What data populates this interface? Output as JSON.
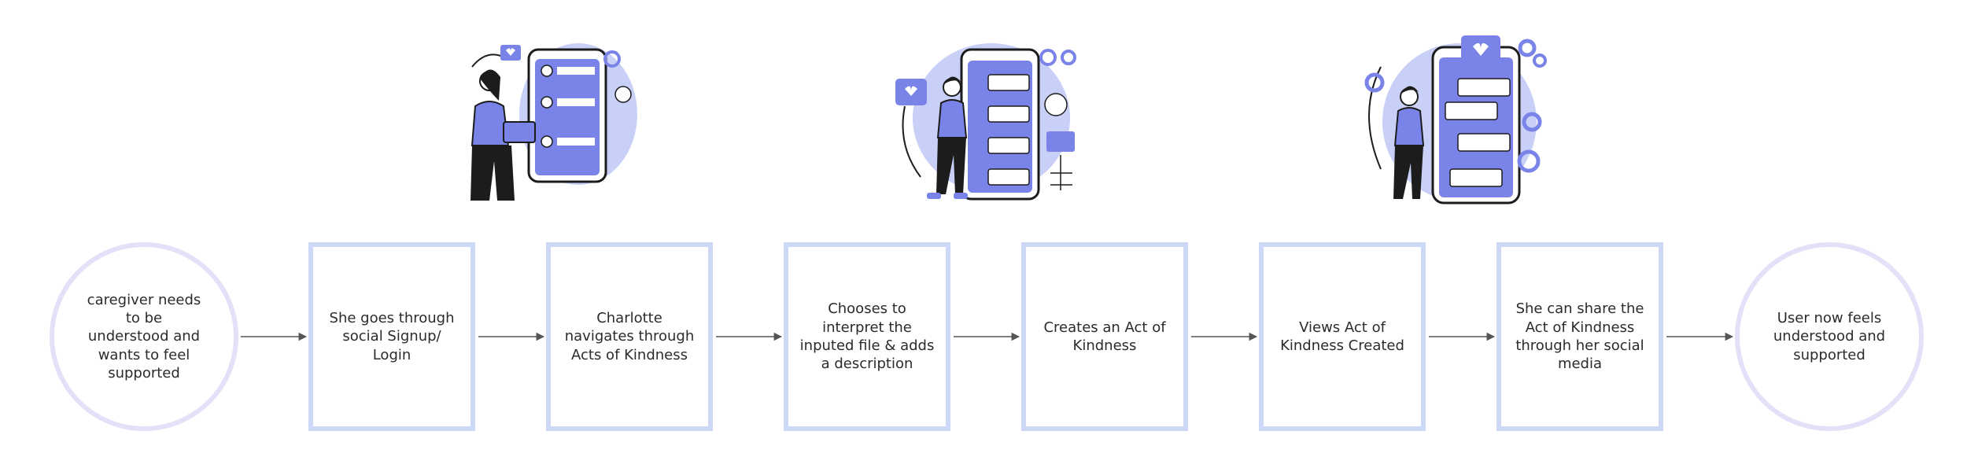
{
  "nodes": [
    {
      "text": "caregiver needs to be understood and wants to feel supported"
    },
    {
      "text": "She goes through social Signup/ Login"
    },
    {
      "text": "Charlotte navigates through Acts of Kindness"
    },
    {
      "text": "Chooses to interpret the inputed file & adds a description"
    },
    {
      "text": "Creates an Act of Kindness"
    },
    {
      "text": "Views Act of Kindness Created"
    },
    {
      "text": "She can share the Act of Kindness through her social media"
    },
    {
      "text": "User now feels understood and supported"
    }
  ],
  "colors": {
    "circle_border": "#e4e0f8",
    "box_border": "#cdd8f6",
    "arrow": "#555555",
    "accent": "#7a84e8",
    "accent_light": "#c9d0f7",
    "dark": "#1c1c1c"
  },
  "illustrations": [
    {
      "icon": "woman-with-tablet-and-phone-profiles-illustration"
    },
    {
      "icon": "woman-with-phone-chat-messages-illustration"
    },
    {
      "icon": "woman-with-phone-heart-messages-illustration"
    }
  ]
}
